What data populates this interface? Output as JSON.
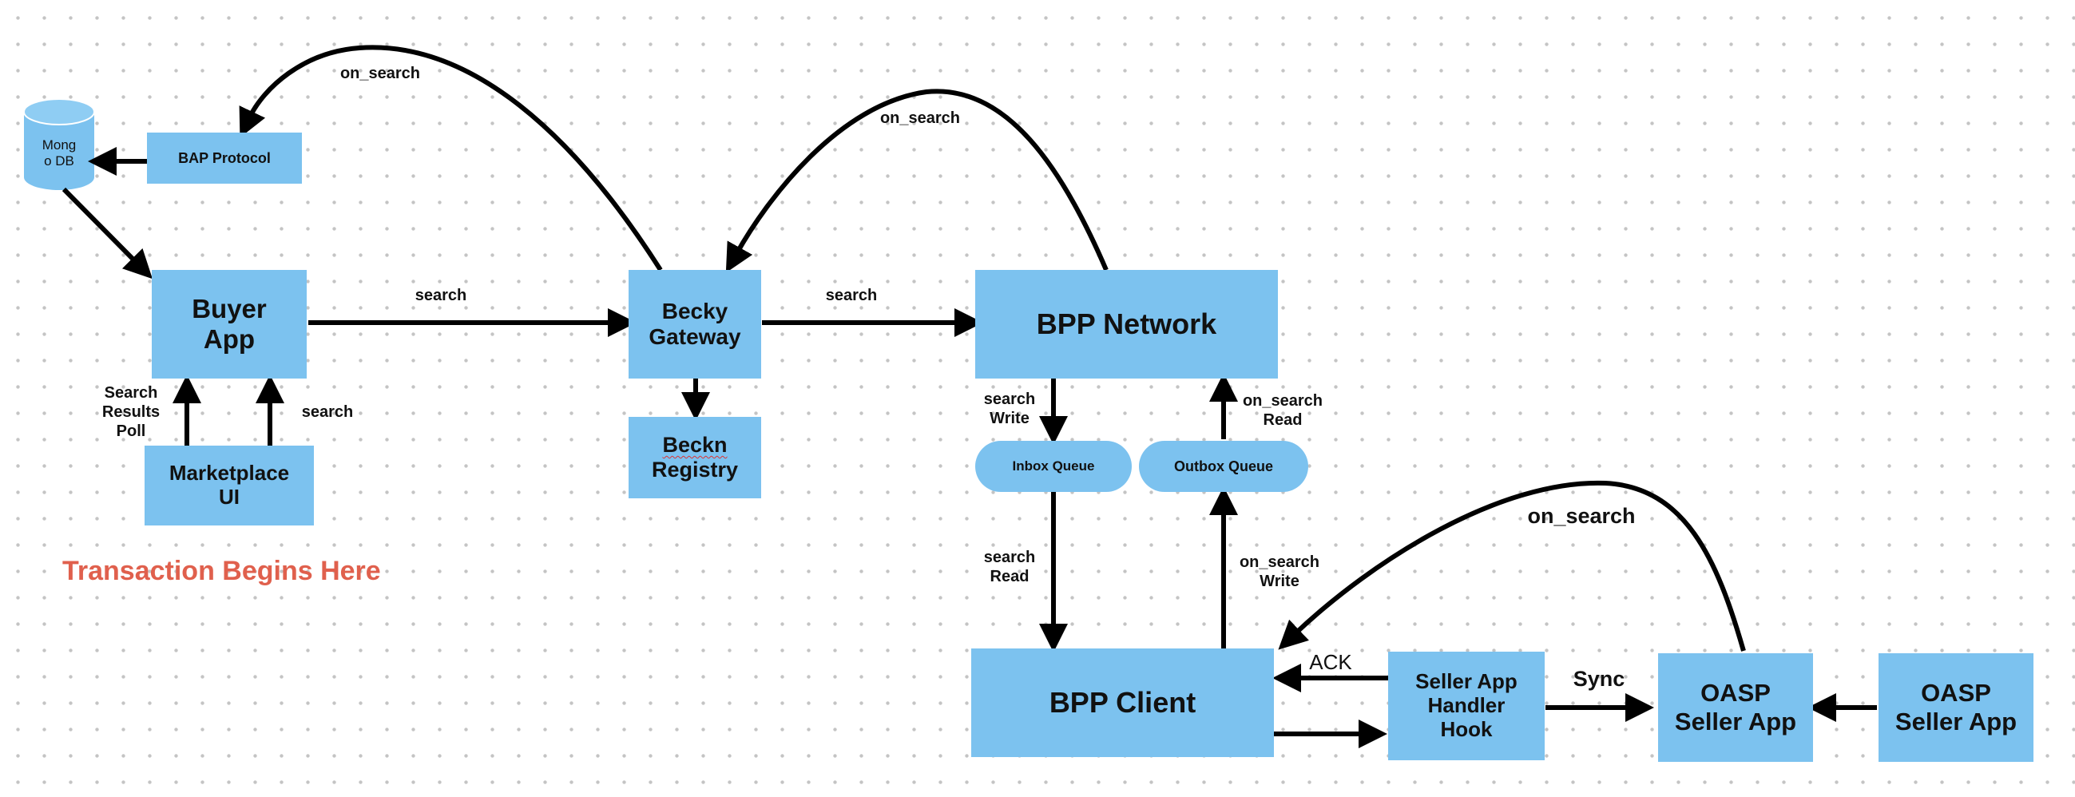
{
  "nodes": {
    "mongo_db": "Mong\no DB",
    "bap_protocol": "BAP Protocol",
    "buyer_app": "Buyer\nApp",
    "marketplace_ui": "Marketplace\nUI",
    "becky_gateway": "Becky\nGateway",
    "beckn_registry_line1": "Beckn",
    "beckn_registry_line2": "Registry",
    "bpp_network": "BPP Network",
    "inbox_queue": "Inbox Queue",
    "outbox_queue": "Outbox Queue",
    "bpp_client": "BPP Client",
    "seller_app_handler_hook": "Seller App\nHandler\nHook",
    "oasp_seller_app_1": "OASP\nSeller App",
    "oasp_seller_app_2": "OASP\nSeller App"
  },
  "edge_labels": {
    "on_search_top_left": "on_search",
    "on_search_top_mid": "on_search",
    "search_buyer_gateway": "search",
    "search_gateway_network": "search",
    "search_results_poll": "Search\nResults\nPoll",
    "search_marketplace": "search",
    "search_write": "search\nWrite",
    "on_search_read": "on_search\nRead",
    "search_read": "search\nRead",
    "on_search_write": "on_search\nWrite",
    "on_search_bottom": "on_search",
    "ack": "ACK",
    "sync": "Sync"
  },
  "annotation": "Transaction Begins Here",
  "colors": {
    "node_fill": "#7cc2ef",
    "annotation": "#e0604d",
    "edge": "#000000"
  }
}
